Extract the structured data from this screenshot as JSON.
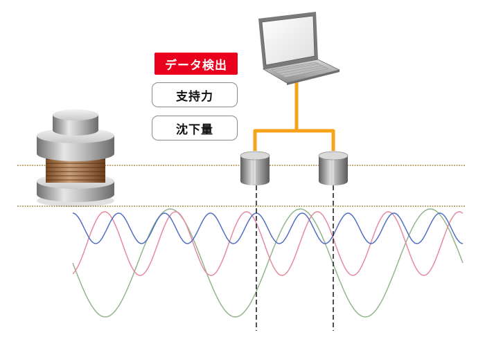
{
  "labels": {
    "data_detection": "データ検出",
    "bearing_capacity": "支持力",
    "settlement": "沈下量"
  },
  "colors": {
    "label_red": "#e8001c",
    "cable_orange": "#f5a31a",
    "wave_blue": "#4f6fc4",
    "wave_pink": "#e58aa0",
    "wave_green": "#93b58c",
    "ground_line": "#a88c4a"
  },
  "icons": {
    "computer": "laptop-icon",
    "load": "weight-stack-icon",
    "sensor": "sensor-cylinder-icon"
  },
  "waves": [
    {
      "name": "blue",
      "cycles_per_screen": 8.5
    },
    {
      "name": "pink",
      "cycles_per_screen": 5.5
    },
    {
      "name": "green",
      "cycles_per_screen": 3
    }
  ]
}
